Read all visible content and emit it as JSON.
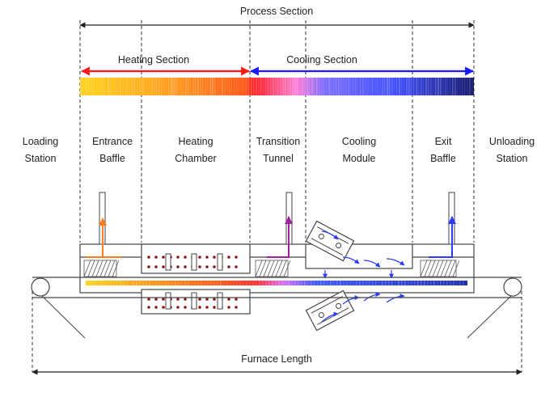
{
  "labels": {
    "process_section": "Process Section",
    "heating_section": "Heating Section",
    "cooling_section": "Cooling Section",
    "furnace_length": "Furnace Length",
    "loading_station": [
      "Loading",
      "Station"
    ],
    "entrance_baffle": [
      "Entrance",
      "Baffle"
    ],
    "heating_chamber": [
      "Heating",
      "Chamber"
    ],
    "transition_tunnel": [
      "Transition",
      "Tunnel"
    ],
    "cooling_module": [
      "Cooling",
      "Module"
    ],
    "exit_baffle": [
      "Exit",
      "Baffle"
    ],
    "unloading_station": [
      "Unloading",
      "Station"
    ]
  },
  "colors": {
    "heating_arrow": "#ff1a1a",
    "cooling_arrow": "#1a1aff",
    "hot_start": "#ffd21a",
    "hot_mid": "#ff7a1a",
    "hot_end": "#ff1f1f",
    "transition": "#ff77d6",
    "cool_mid": "#5a6cff",
    "cool_end": "#14186a",
    "heater_dots": "#8b1a1a",
    "line": "#444444"
  }
}
